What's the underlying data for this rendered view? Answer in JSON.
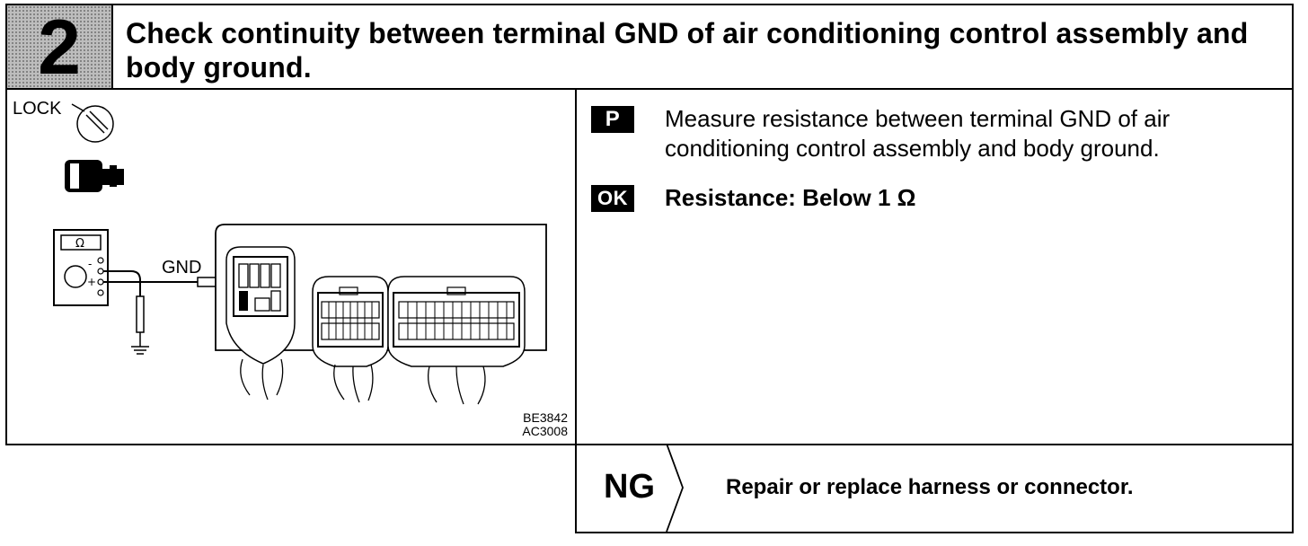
{
  "step": {
    "number": "2",
    "title": "Check continuity between terminal GND of air conditioning control assembly and body ground."
  },
  "figure": {
    "lock_label": "LOCK",
    "gnd_label": "GND",
    "ref_codes": [
      "BE3842",
      "AC3008"
    ],
    "icons": [
      "ignition-key-lock-icon",
      "connector-disconnected-icon",
      "ohmmeter-icon",
      "ground-symbol-icon"
    ]
  },
  "procedure": {
    "p_badge": "P",
    "p_text": "Measure resistance between terminal GND of air conditioning control assembly and body ground.",
    "ok_badge": "OK",
    "ok_text": "Resistance: Below 1 Ω"
  },
  "ng": {
    "label": "NG",
    "text": "Repair or replace harness or connector."
  }
}
